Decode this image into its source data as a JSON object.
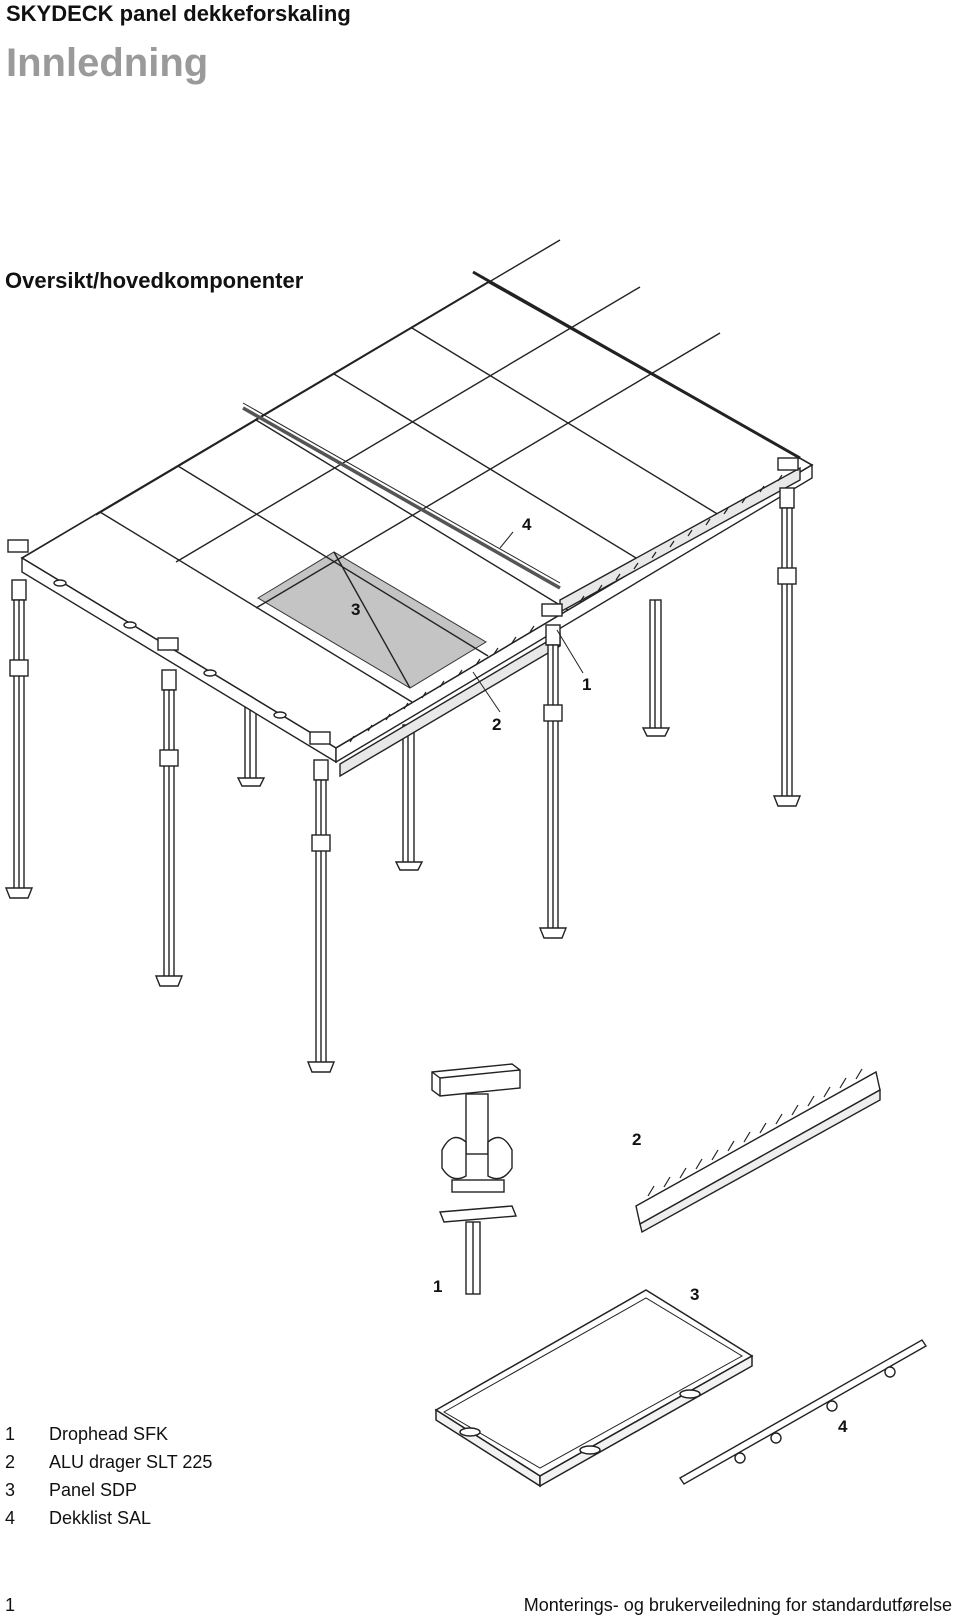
{
  "header": {
    "product_title": "SKYDECK panel dekkeforskaling",
    "chapter_title": "Innledning"
  },
  "section": {
    "title": "Oversikt/hovedkomponenter"
  },
  "callouts": {
    "main": {
      "c1": "1",
      "c2": "2",
      "c3": "3",
      "c4": "4"
    },
    "detail": {
      "d1": "1",
      "d2": "2",
      "d3": "3",
      "d4": "4"
    }
  },
  "legend": [
    {
      "num": "1",
      "label": "Drophead SFK"
    },
    {
      "num": "2",
      "label": "ALU drager SLT 225"
    },
    {
      "num": "3",
      "label": "Panel SDP"
    },
    {
      "num": "4",
      "label": "Dekklist SAL"
    }
  ],
  "footer": {
    "page_number": "1",
    "document_title": "Monterings- og brukerveiledning for standardutførelse"
  }
}
